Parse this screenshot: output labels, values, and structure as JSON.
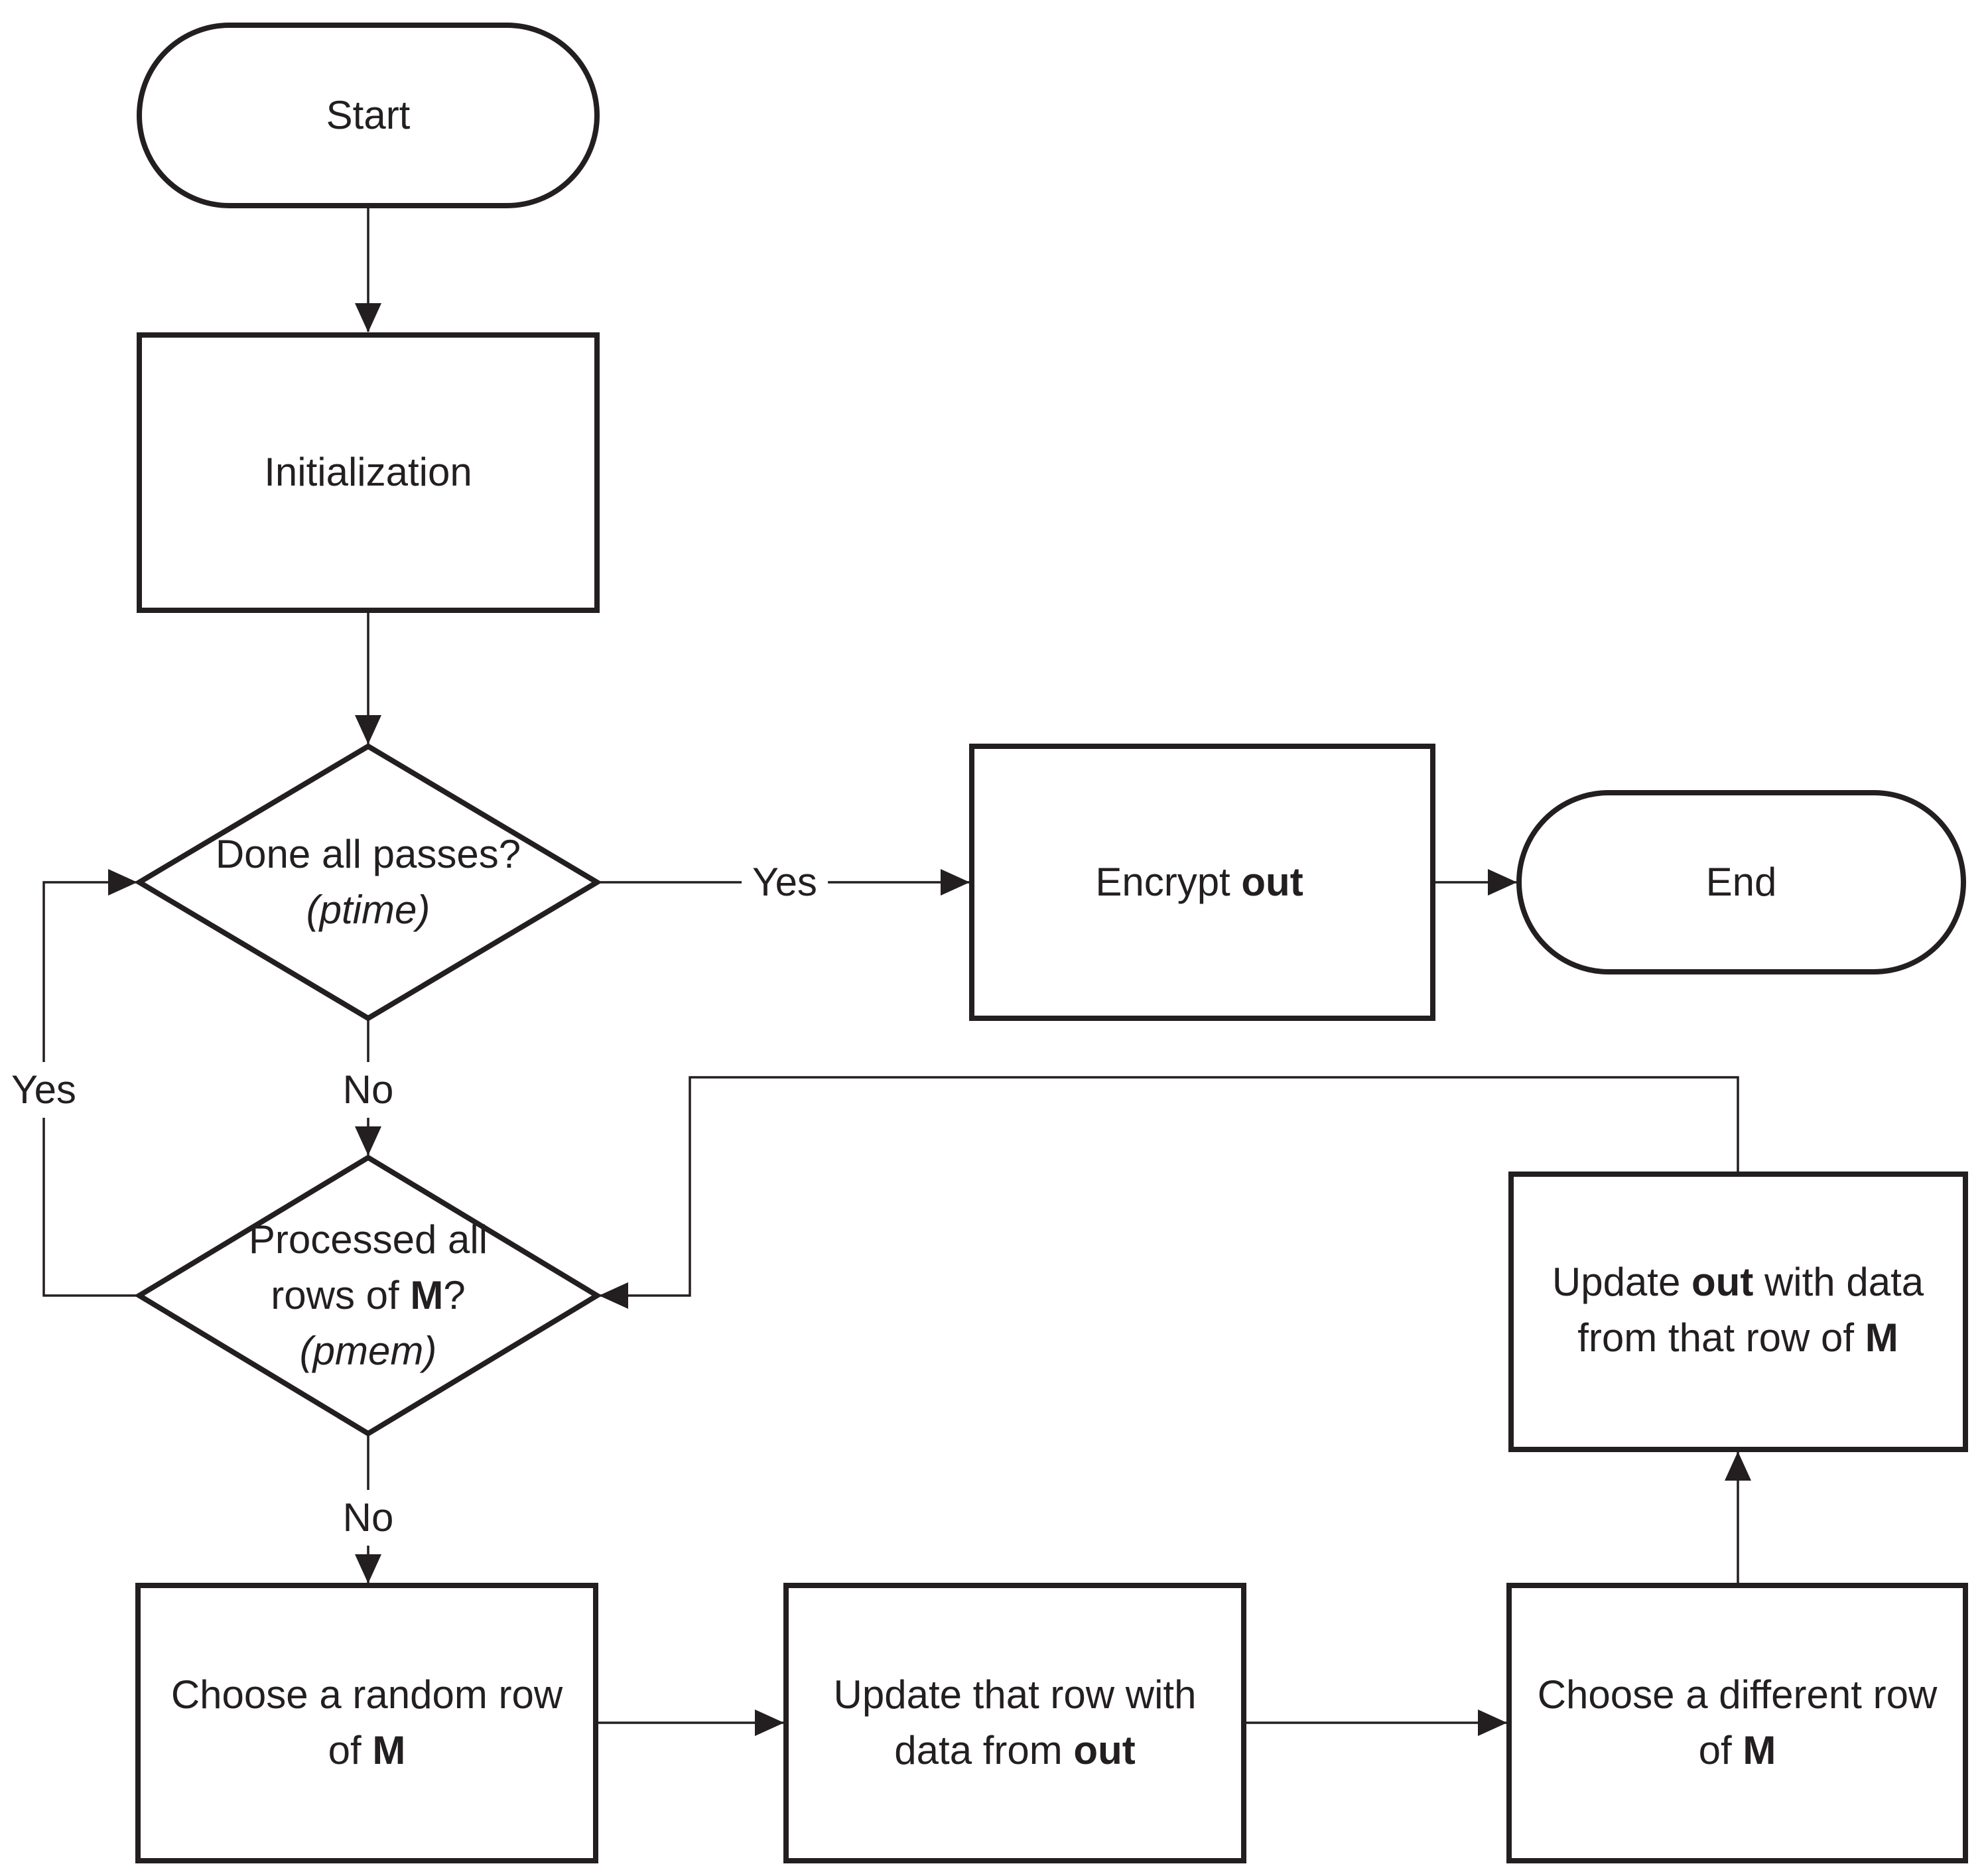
{
  "colors": {
    "ink": "#231f20",
    "background": "#ffffff"
  },
  "nodes": {
    "start": {
      "label": "Start"
    },
    "initialization": {
      "label": "Initialization"
    },
    "decision_passes": {
      "line1": "Done all passes?",
      "line2": "(ptime)"
    },
    "encrypt": {
      "line1_pre": "Encrypt ",
      "line1_bold": "out"
    },
    "end": {
      "label": "End"
    },
    "decision_rows": {
      "line1": "Processed all",
      "line2_pre": "rows of ",
      "line2_bold": "M",
      "line2_post": "?",
      "line3": "(pmem)"
    },
    "update_out": {
      "line1_pre": "Update ",
      "line1_bold": "out",
      "line1_post": " with data",
      "line2_pre": "from that row of ",
      "line2_bold": "M"
    },
    "choose_random": {
      "line1": "Choose a random row",
      "line2_pre": "of ",
      "line2_bold": "M"
    },
    "update_row": {
      "line1": "Update that row with",
      "line2_pre": "data from ",
      "line2_bold": "out"
    },
    "choose_different": {
      "line1": "Choose a different row",
      "line2_pre": "of ",
      "line2_bold": "M"
    }
  },
  "edge_labels": {
    "yes_passes_to_encrypt": "Yes",
    "yes_rows_to_passes": "Yes",
    "no_passes_to_rows": "No",
    "no_rows_to_choose": "No"
  }
}
